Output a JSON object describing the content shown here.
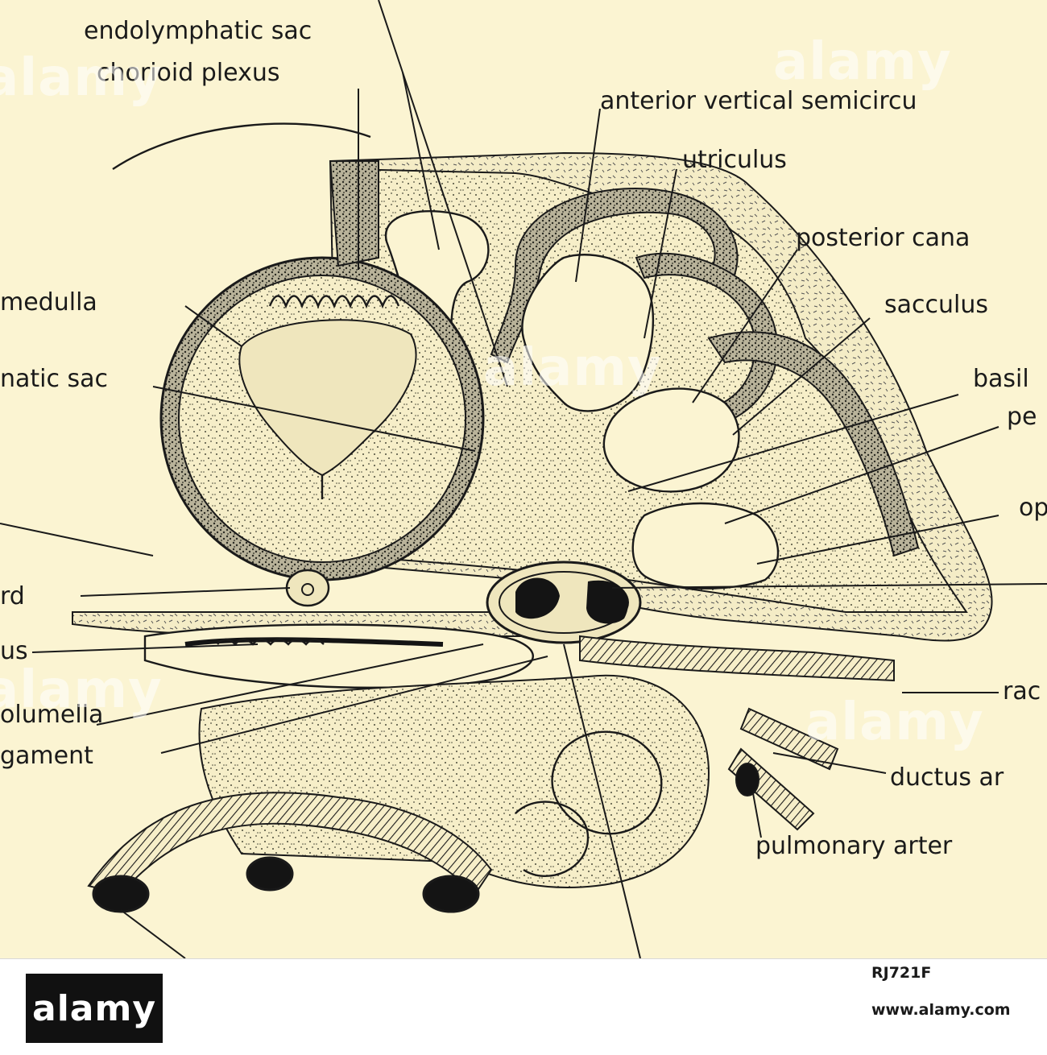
{
  "labels": {
    "endolymphatic_sac_top": "endolymphatic sac",
    "chorioid_plexus": "chorioid plexus",
    "anterior_vertical_semicircular": "anterior vertical semicircu",
    "utriculus": "utriculus",
    "posterior_canal": "posterior cana",
    "medulla": "medulla",
    "sacculus": "sacculus",
    "natic_sac": "natic sac",
    "basil": "basil",
    "pe": "pe",
    "op": "op",
    "rd": "rd",
    "us": "us",
    "rad": "rac",
    "olumella": "olumella",
    "gament": "gament",
    "ductus_art": "ductus ar",
    "pulmonary_artery": "pulmonary arter"
  },
  "footer": {
    "brand": "alamy",
    "image_id": "RJ721F",
    "url": "www.alamy.com"
  },
  "watermark": {
    "text": "alamy"
  }
}
